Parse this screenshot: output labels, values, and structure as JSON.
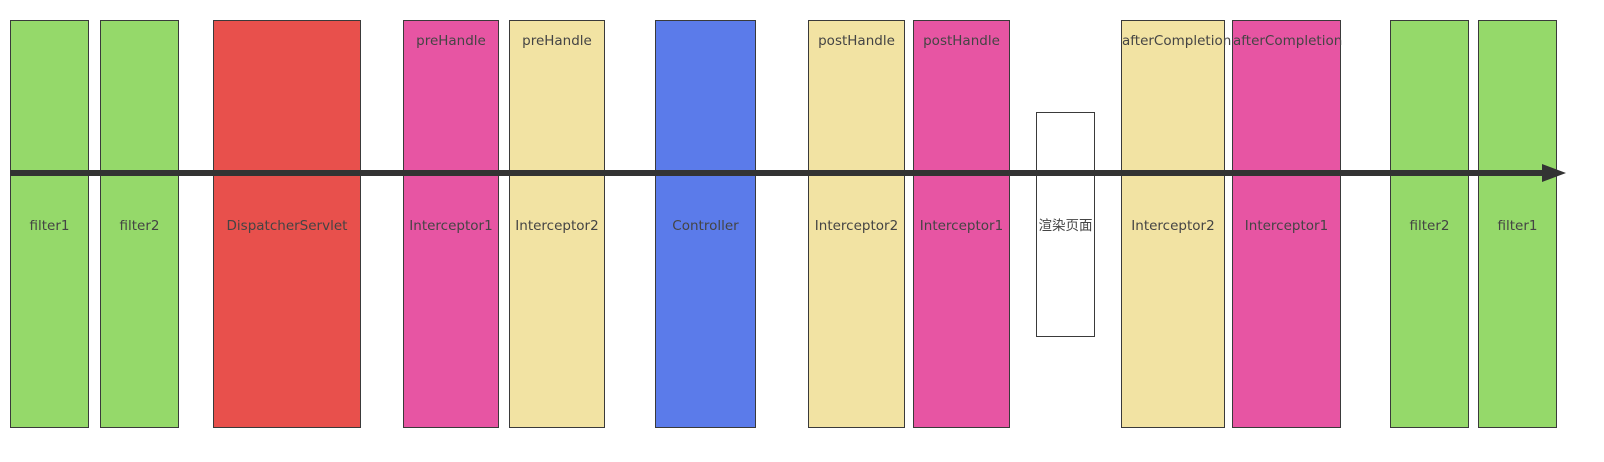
{
  "colors": {
    "green": "#95d96a",
    "red": "#e8504c",
    "pink": "#e755a3",
    "yellow": "#f2e3a3",
    "blue": "#5b7bea",
    "white": "#ffffff",
    "arrow": "#333333"
  },
  "columns": [
    {
      "id": "filter1-in",
      "label": "filter1",
      "top_label": "",
      "color": "#95d96a"
    },
    {
      "id": "filter2-in",
      "label": "filter2",
      "top_label": "",
      "color": "#95d96a"
    },
    {
      "id": "dispatcher-servlet",
      "label": "DispatcherServlet",
      "top_label": "",
      "color": "#e8504c"
    },
    {
      "id": "interceptor1-pre",
      "label": "Interceptor1",
      "top_label": "preHandle",
      "color": "#e755a3"
    },
    {
      "id": "interceptor2-pre",
      "label": "Interceptor2",
      "top_label": "preHandle",
      "color": "#f2e3a3"
    },
    {
      "id": "controller",
      "label": "Controller",
      "top_label": "",
      "color": "#5b7bea"
    },
    {
      "id": "interceptor2-post",
      "label": "Interceptor2",
      "top_label": "postHandle",
      "color": "#f2e3a3"
    },
    {
      "id": "interceptor1-post",
      "label": "Interceptor1",
      "top_label": "postHandle",
      "color": "#e755a3"
    },
    {
      "id": "render-page",
      "label": "渲染页面",
      "top_label": "",
      "color": "#ffffff"
    },
    {
      "id": "interceptor2-after",
      "label": "Interceptor2",
      "top_label": "afterCompletion",
      "color": "#f2e3a3"
    },
    {
      "id": "interceptor1-after",
      "label": "Interceptor1",
      "top_label": "afterCompletion",
      "color": "#e755a3"
    },
    {
      "id": "filter2-out",
      "label": "filter2",
      "top_label": "",
      "color": "#95d96a"
    },
    {
      "id": "filter1-out",
      "label": "filter1",
      "top_label": "",
      "color": "#95d96a"
    }
  ]
}
